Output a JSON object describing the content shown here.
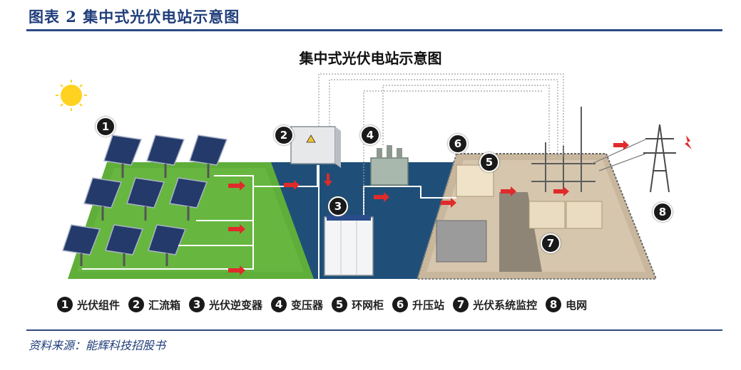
{
  "header": {
    "figure_title": "图表 2  集中式光伏电站示意图"
  },
  "diagram": {
    "title": "集中式光伏电站示意图",
    "markers": [
      "1",
      "2",
      "3",
      "4",
      "5",
      "6",
      "7",
      "8"
    ],
    "legend": [
      {
        "num": "1",
        "label": "光伏组件"
      },
      {
        "num": "2",
        "label": "汇流箱"
      },
      {
        "num": "3",
        "label": "光伏逆变器"
      },
      {
        "num": "4",
        "label": "变压器"
      },
      {
        "num": "5",
        "label": "环网柜"
      },
      {
        "num": "6",
        "label": "升压站"
      },
      {
        "num": "7",
        "label": "光伏系统监控"
      },
      {
        "num": "8",
        "label": "电网"
      }
    ],
    "colors": {
      "grass": "#5fae3a",
      "water": "#1f4f78",
      "ground": "#c9b79d",
      "arrow": "#e02b2b"
    }
  },
  "footer": {
    "source": "资料来源：能辉科技招股书"
  }
}
